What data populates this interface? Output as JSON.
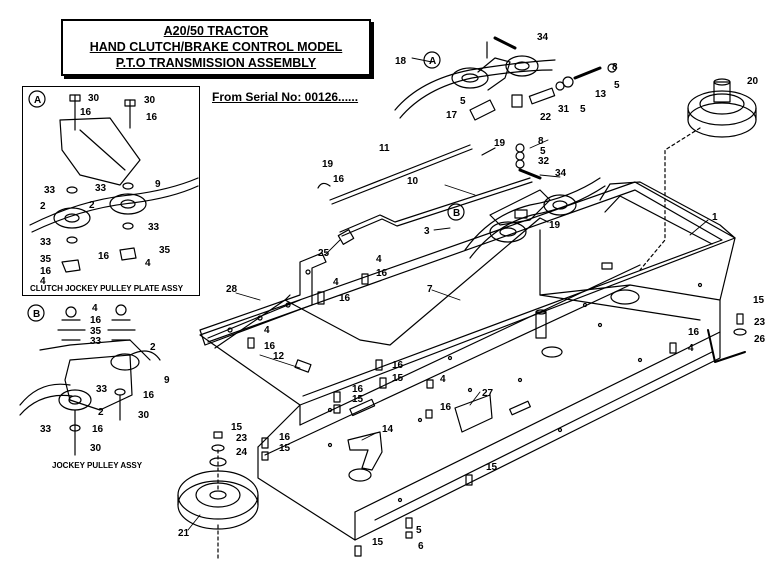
{
  "title": {
    "line1": "A20/50 TRACTOR",
    "line2": "HAND CLUTCH/BRAKE CONTROL MODEL",
    "line3": "P.T.O TRANSMISSION ASSEMBLY"
  },
  "serial": "From Serial No: 00126......",
  "captions": {
    "inset_a": "CLUTCH JOCKEY PULLEY PLATE ASSY",
    "inset_b": "JOCKEY PULLEY ASSY"
  },
  "callouts": {
    "A": "A",
    "B": "B",
    "n1": "1",
    "n2": "2",
    "n3": "3",
    "n4": "4",
    "n5": "5",
    "n6": "6",
    "n7": "7",
    "n8": "8",
    "n9": "9",
    "n10": "10",
    "n11": "11",
    "n12": "12",
    "n13": "13",
    "n14": "14",
    "n15": "15",
    "n16": "16",
    "n17": "17",
    "n18": "18",
    "n19": "19",
    "n20": "20",
    "n21": "21",
    "n22": "22",
    "n23": "23",
    "n24": "24",
    "n25": "25",
    "n26": "26",
    "n27": "27",
    "n28": "28",
    "n30": "30",
    "n31": "31",
    "n32": "32",
    "n33": "33",
    "n34": "34",
    "n35": "35"
  }
}
